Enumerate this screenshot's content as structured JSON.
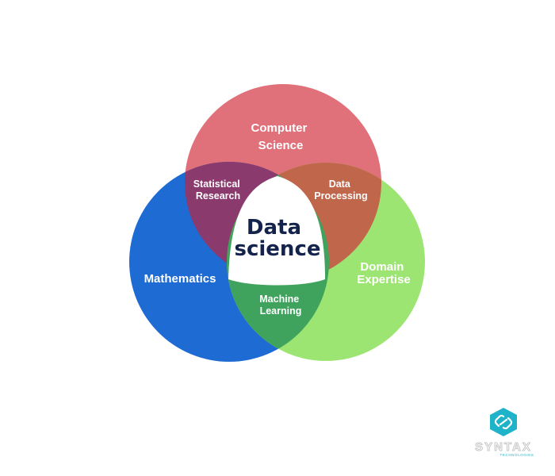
{
  "diagram": {
    "center_label": [
      "Data",
      "science"
    ],
    "circles": [
      {
        "id": "computer-science",
        "label": [
          "Computer",
          "Science"
        ],
        "color": "#e07079"
      },
      {
        "id": "mathematics",
        "label": [
          "Mathematics"
        ],
        "color": "#1e6bd3"
      },
      {
        "id": "domain-expertise",
        "label": [
          "Domain",
          "Expertise"
        ],
        "color": "#9de572"
      }
    ],
    "overlaps": [
      {
        "id": "statistical-research",
        "label": [
          "Statistical",
          "Research"
        ],
        "between": [
          "computer-science",
          "mathematics"
        ],
        "color": "#8b3a6e"
      },
      {
        "id": "data-processing",
        "label": [
          "Data",
          "Processing"
        ],
        "between": [
          "computer-science",
          "domain-expertise"
        ],
        "color": "#c0664b"
      },
      {
        "id": "machine-learning",
        "label": [
          "Machine",
          "Learning"
        ],
        "between": [
          "mathematics",
          "domain-expertise"
        ],
        "color": "#40a35d"
      }
    ],
    "center_color": "#ffffff",
    "center_text_color": "#14234b"
  },
  "logo": {
    "wordmark": "SYNTAX",
    "tagline": "TECHNOLOGIES",
    "icon": "chain-link-icon",
    "color": "#1fb3c9"
  }
}
